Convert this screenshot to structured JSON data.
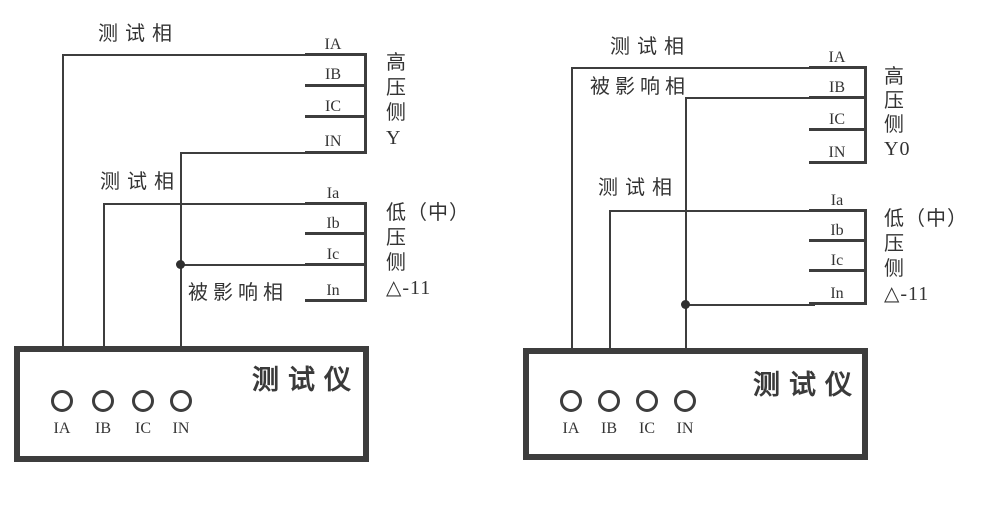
{
  "colors": {
    "line": "#3d3d3d",
    "text": "#333333",
    "background": "#ffffff"
  },
  "diagrams": [
    {
      "side": "left",
      "labels": {
        "test_phase_high": "测试相",
        "test_phase_low": "测试相",
        "affected_phase": "被影响相"
      },
      "high_side": {
        "terminals": [
          "IA",
          "IB",
          "IC",
          "IN"
        ],
        "side_label": "高\n压\n侧\nY"
      },
      "low_side": {
        "terminals": [
          "Ia",
          "Ib",
          "Ic",
          "In"
        ],
        "side_label": "低（中）\n压\n侧\n△-11"
      },
      "tester": {
        "name": "测试仪",
        "terminals": [
          "IA",
          "IB",
          "IC",
          "IN"
        ]
      }
    },
    {
      "side": "right",
      "labels": {
        "test_phase_high": "测试相",
        "test_phase_low": "测试相",
        "affected_phase": "被影响相"
      },
      "high_side": {
        "terminals": [
          "IA",
          "IB",
          "IC",
          "IN"
        ],
        "side_label": "高\n压\n侧\nY0"
      },
      "low_side": {
        "terminals": [
          "Ia",
          "Ib",
          "Ic",
          "In"
        ],
        "side_label": "低（中）\n压\n侧\n△-11"
      },
      "tester": {
        "name": "测试仪",
        "terminals": [
          "IA",
          "IB",
          "IC",
          "IN"
        ]
      }
    }
  ]
}
